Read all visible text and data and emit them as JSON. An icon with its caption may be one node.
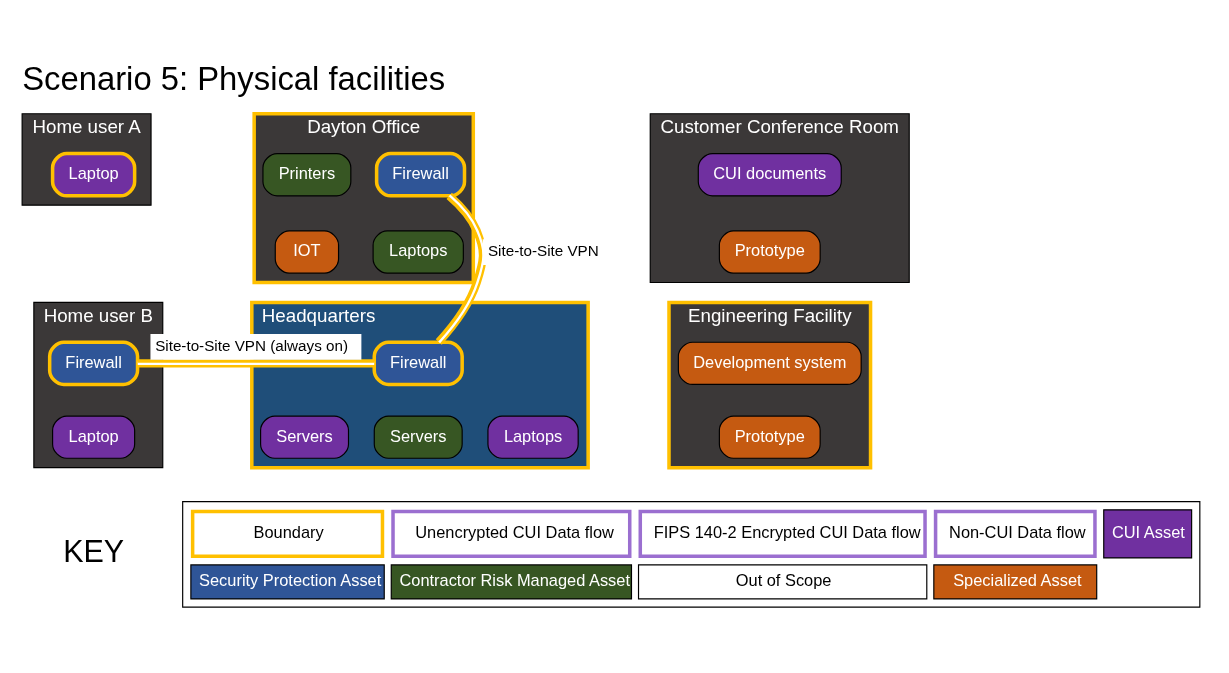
{
  "diagram": {
    "title": "Scenario 5: Physical facilities",
    "nodes": [
      {
        "text": [
          "Home user A"
        ]
      },
      {
        "text": [
          "Laptop"
        ],
        "in": 0
      },
      {
        "text": [
          "Dayton Office"
        ]
      },
      {
        "text": [
          "Firewall"
        ],
        "in": 2
      },
      {
        "text": [
          "Printers"
        ],
        "in": 2
      },
      {
        "text": [
          "Laptops"
        ],
        "in": 2
      },
      {
        "text": [
          "IOT"
        ],
        "in": 2
      },
      {
        "text": [
          "Customer Conference Room"
        ]
      },
      {
        "text": [
          "CUI documents"
        ],
        "in": 7
      },
      {
        "text": [
          "Prototype"
        ],
        "in": 7
      },
      {
        "text": [
          "Home user B"
        ]
      },
      {
        "text": [
          "Firewall"
        ],
        "in": 10
      },
      {
        "text": [
          "Laptop"
        ],
        "in": 10
      },
      {
        "text": [
          "Headquarters"
        ]
      },
      {
        "text": [
          "Firewall"
        ],
        "in": 13
      },
      {
        "text": [
          "Servers"
        ],
        "in": 13
      },
      {
        "text": [
          "Servers"
        ],
        "in": 13
      },
      {
        "text": [
          "Laptops"
        ],
        "in": 13
      },
      {
        "text": [
          "Engineering Facility"
        ]
      },
      {
        "text": [
          "Development system"
        ],
        "in": 18
      },
      {
        "text": [
          "Prototype"
        ],
        "in": 18
      }
    ],
    "edges": [
      {
        "from": 11,
        "to": 14,
        "arrow": "none",
        "label": "Site-to-Site VPN (always on)"
      },
      {
        "from": 14,
        "to": 3,
        "arrow": "none",
        "label": "Site-to-Site VPN"
      }
    ],
    "labels": [
      "KEY"
    ],
    "legend": [
      {
        "text": "Boundary"
      },
      {
        "text": "Unencrypted CUI Data flow"
      },
      {
        "text": "FIPS 140-2 Encrypted CUI Data flow"
      },
      {
        "text": "Non-CUI Data flow"
      },
      {
        "text": "CUI Asset",
        "color": "#7030a0"
      },
      {
        "text": "Security Protection Asset",
        "color": "#2f5597"
      },
      {
        "text": "Contractor Risk Managed Asset",
        "color": "#375623"
      },
      {
        "text": "Out of Scope",
        "color": "#ffffff"
      },
      {
        "text": "Specialized Asset",
        "color": "#c55a11"
      }
    ]
  }
}
